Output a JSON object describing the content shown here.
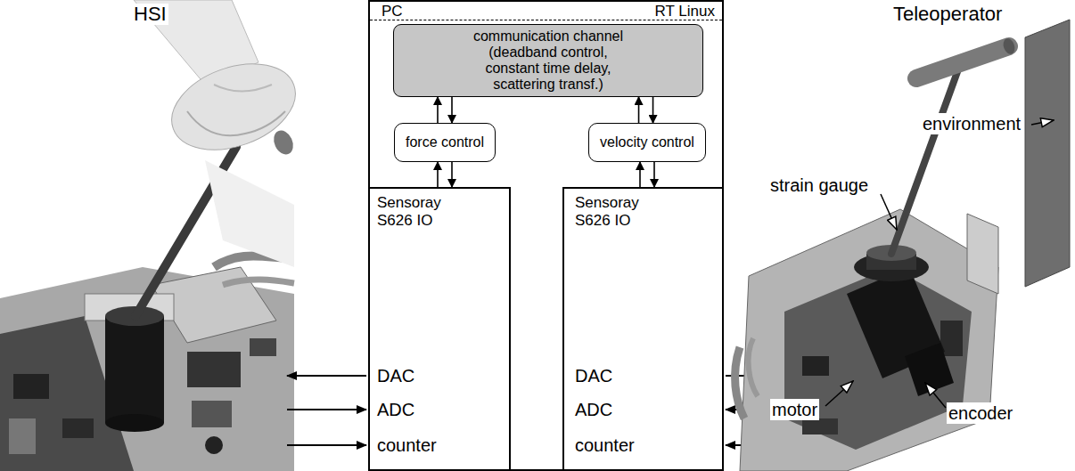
{
  "diagram": {
    "nodes": [
      {
        "text": [
          "PC",
          "RT Linux"
        ]
      },
      {
        "text": [
          "communication channel",
          "(deadband control, constant time delay, scattering transf.)"
        ],
        "in": 0
      },
      {
        "text": [
          "force control"
        ],
        "in": 0
      },
      {
        "text": [
          "velocity control"
        ],
        "in": 0
      },
      {
        "text": [
          "Sensoray S626 IO",
          "DAC",
          "ADC",
          "counter"
        ],
        "in": 0
      },
      {
        "text": [
          "Sensoray S626 IO",
          "DAC",
          "ADC",
          "counter"
        ],
        "in": 0
      }
    ],
    "edges": [
      {
        "from": 2,
        "to": 1,
        "arrow": "to"
      },
      {
        "from": 1,
        "to": 2,
        "arrow": "to"
      },
      {
        "from": 3,
        "to": 1,
        "arrow": "to"
      },
      {
        "from": 1,
        "to": 3,
        "arrow": "to"
      },
      {
        "from": 4,
        "to": 2,
        "arrow": "to"
      },
      {
        "from": 2,
        "to": 4,
        "arrow": "to"
      },
      {
        "from": 5,
        "to": 3,
        "arrow": "to"
      },
      {
        "from": 3,
        "to": 5,
        "arrow": "to"
      }
    ],
    "labels": [
      "HSI",
      "Teleoperator",
      "environment",
      "strain gauge",
      "motor",
      "encoder"
    ]
  }
}
